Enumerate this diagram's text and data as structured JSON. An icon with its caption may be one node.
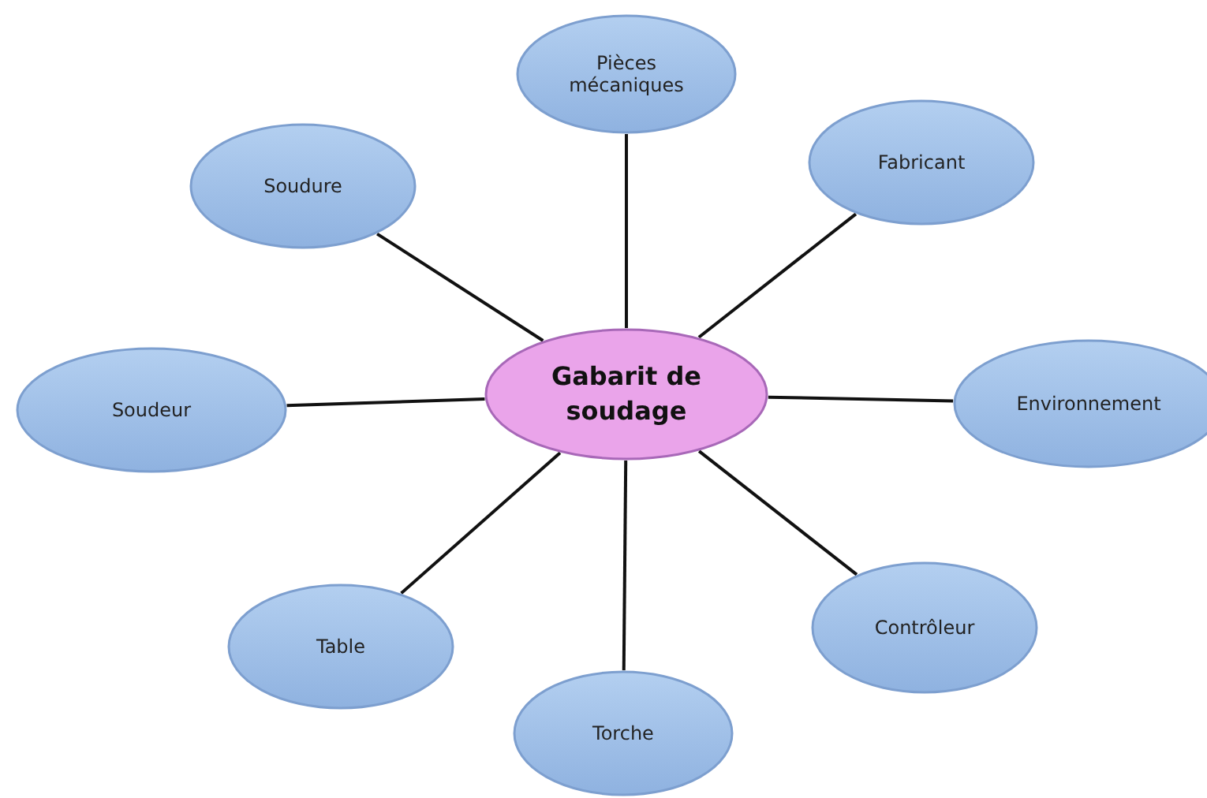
{
  "diagram": {
    "nodes": [
      {
        "text": [
          "Gabarit de soudage"
        ]
      },
      {
        "text": [
          "Pièces mécaniques"
        ]
      },
      {
        "text": [
          "Soudure"
        ]
      },
      {
        "text": [
          "Fabricant"
        ]
      },
      {
        "text": [
          "Soudeur"
        ]
      },
      {
        "text": [
          "Environnement"
        ]
      },
      {
        "text": [
          "Table"
        ]
      },
      {
        "text": [
          "Contrôleur"
        ]
      },
      {
        "text": [
          "Torche"
        ]
      }
    ],
    "edges": [
      {
        "from": 0,
        "to": 1,
        "arrow": "none"
      },
      {
        "from": 0,
        "to": 2,
        "arrow": "none"
      },
      {
        "from": 0,
        "to": 3,
        "arrow": "none"
      },
      {
        "from": 0,
        "to": 4,
        "arrow": "none"
      },
      {
        "from": 0,
        "to": 5,
        "arrow": "none"
      },
      {
        "from": 0,
        "to": 6,
        "arrow": "none"
      },
      {
        "from": 0,
        "to": 7,
        "arrow": "none"
      },
      {
        "from": 0,
        "to": 8,
        "arrow": "none"
      }
    ]
  }
}
